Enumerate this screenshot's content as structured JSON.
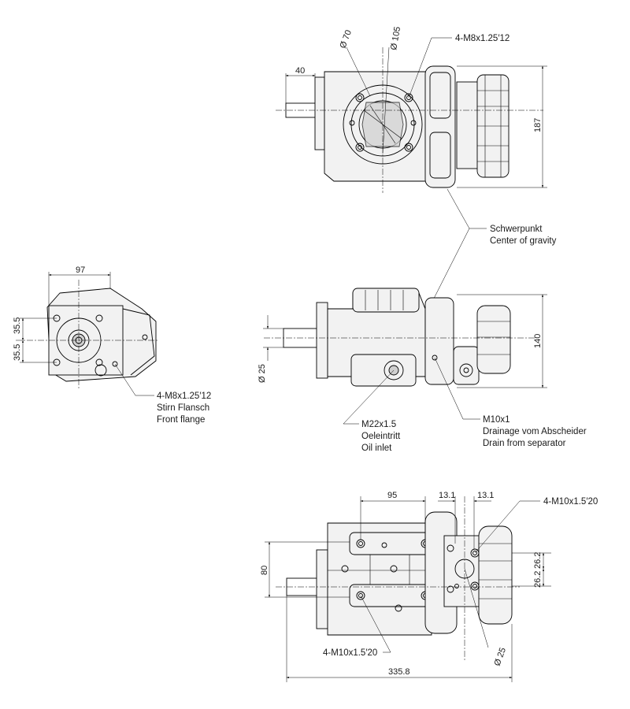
{
  "top_view": {
    "dim_40": "40",
    "dim_d70": "Ø 70",
    "dim_d105": "Ø 105",
    "thread_callout": "4-M8x1.25′12",
    "dim_187": "187"
  },
  "cog_callout": {
    "line1": "Schwerpunkt",
    "line2": "Center of gravity"
  },
  "front_view": {
    "dim_97": "97",
    "dim_35_5_top": "35.5",
    "dim_35_5_bottom": "35.5",
    "callout_line1": "4-M8x1.25′12",
    "callout_line2": "Stirn Flansch",
    "callout_line3": "Front flange"
  },
  "side_view": {
    "dim_d25": "Ø 25",
    "dim_140": "140",
    "oil_inlet_line1": "M22x1.5",
    "oil_inlet_line2": "Oeleintritt",
    "oil_inlet_line3": "Oil inlet",
    "drain_line1": "M10x1",
    "drain_line2": "Drainage vom Abscheider",
    "drain_line3": "Drain from separator"
  },
  "bottom_view": {
    "dim_95": "95",
    "dim_13_1_left": "13.1",
    "dim_13_1_right": "13.1",
    "thread_right": "4-M10x1.5′20",
    "dim_80": "80",
    "dim_26_2_top": "26.2",
    "dim_26_2_bottom": "26.2",
    "thread_left": "4-M10x1.5′20",
    "dim_d25": "Ø 25",
    "dim_335_8": "335.8"
  }
}
